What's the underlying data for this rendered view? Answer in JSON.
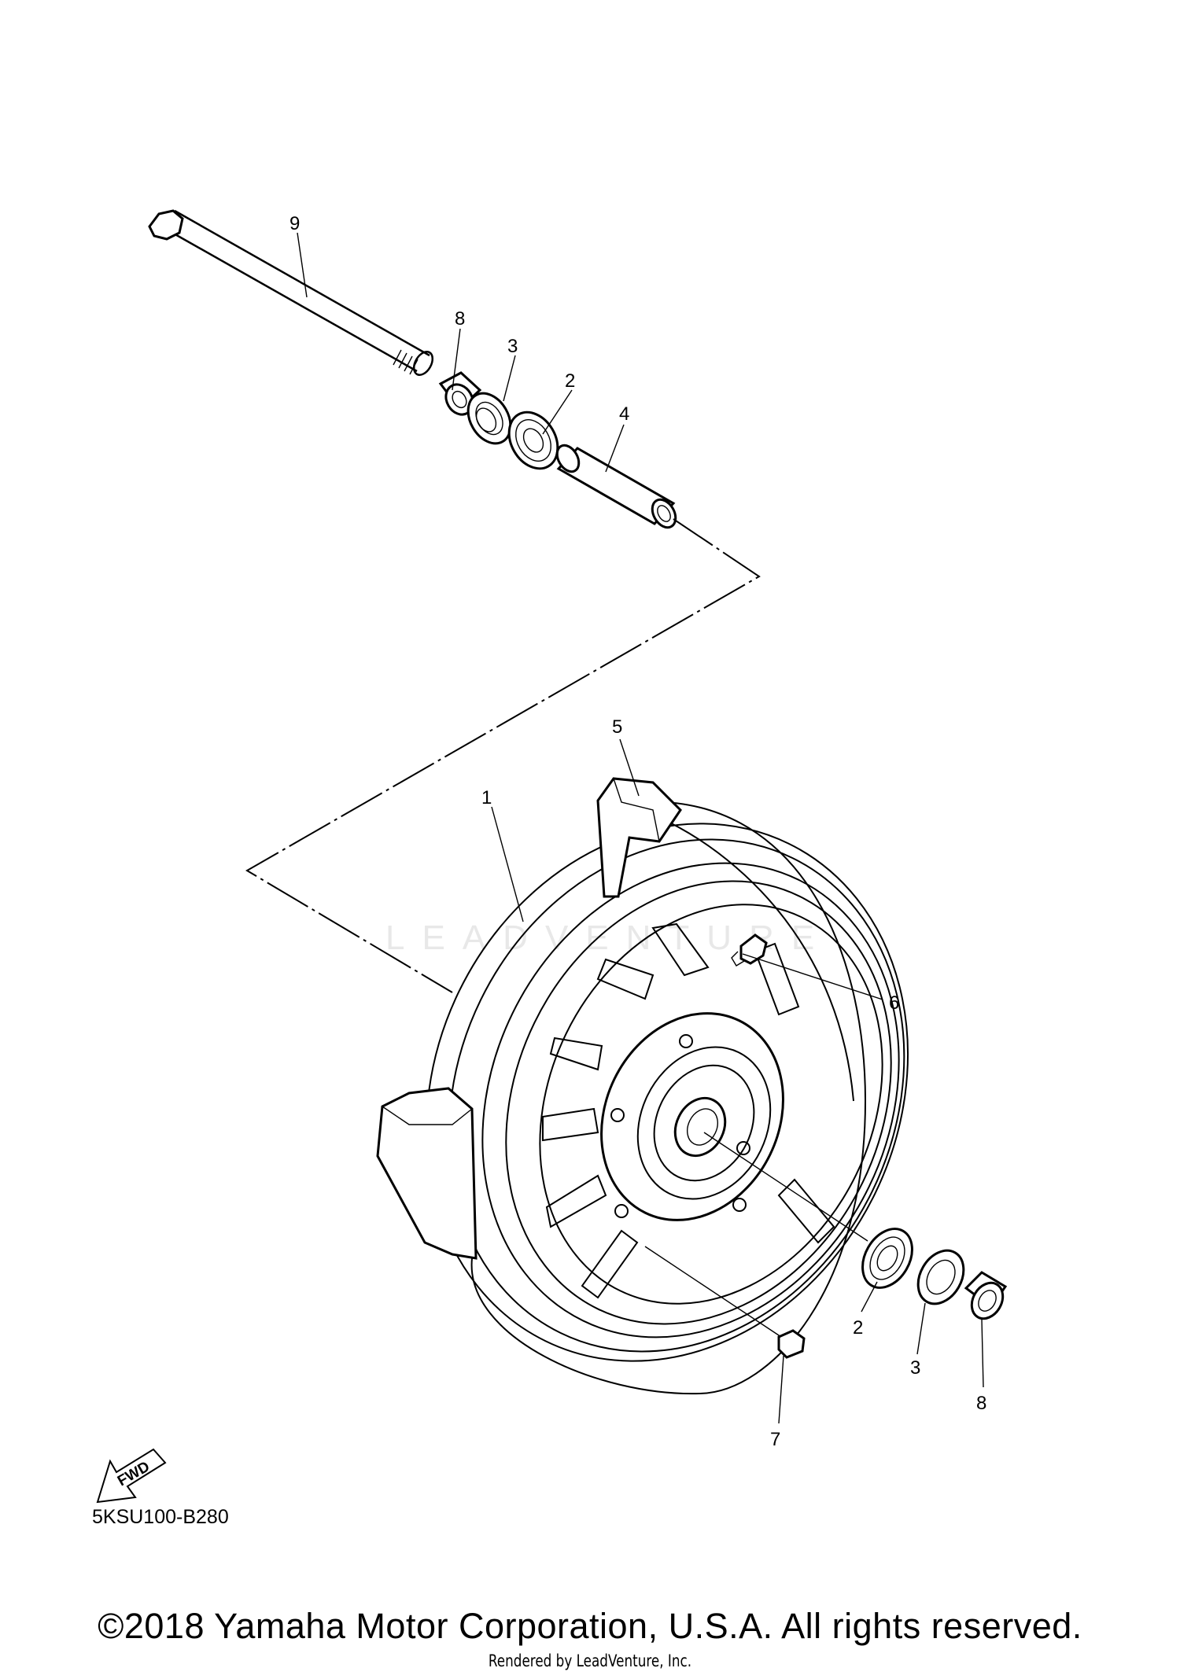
{
  "diagram": {
    "callouts": [
      {
        "id": "c9",
        "text": "9"
      },
      {
        "id": "c8a",
        "text": "8"
      },
      {
        "id": "c3a",
        "text": "3"
      },
      {
        "id": "c2a",
        "text": "2"
      },
      {
        "id": "c4",
        "text": "4"
      },
      {
        "id": "c5",
        "text": "5"
      },
      {
        "id": "c1",
        "text": "1"
      },
      {
        "id": "c6",
        "text": "6"
      },
      {
        "id": "c2b",
        "text": "2"
      },
      {
        "id": "c3b",
        "text": "3"
      },
      {
        "id": "c8b",
        "text": "8"
      },
      {
        "id": "c7",
        "text": "7"
      }
    ],
    "fwd_label": "FWD",
    "diagram_code": "5KSU100-B280",
    "watermark": "LEADVENTURE"
  },
  "footer": {
    "copyright": "©2018 Yamaha Motor Corporation, U.S.A. All rights reserved.",
    "rendered_by": "Rendered by LeadVenture, Inc."
  }
}
